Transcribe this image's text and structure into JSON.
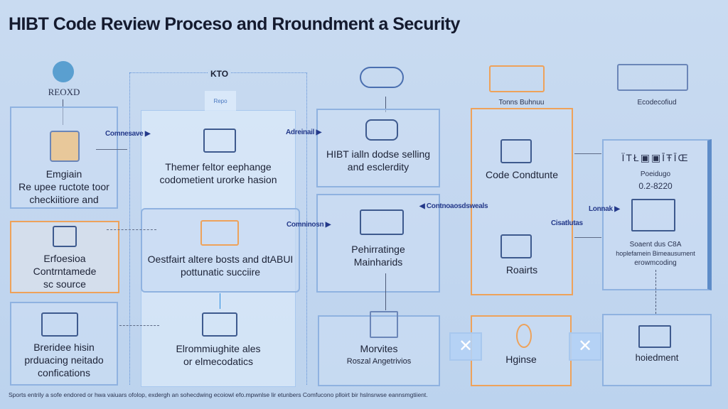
{
  "title": "HIBT Code Review Proceso and Rroundment a Security",
  "top_left": {
    "label": "REOXD"
  },
  "center_header": {
    "label": "KTO",
    "tab": "Repo"
  },
  "left_boxes": [
    {
      "lines": [
        "Emgiain",
        "Re upee ructote toor",
        "checkiitiore and"
      ]
    },
    {
      "lines": [
        "Erfoesioa",
        "Contrntamede",
        "sc source"
      ]
    },
    {
      "lines": [
        "Breridee hisin",
        "prduacing neitado",
        "confications"
      ]
    }
  ],
  "center_boxes": [
    {
      "lines": [
        "Themer feltor eephange",
        "codometient urorke hasion"
      ]
    },
    {
      "lines": [
        "Oestfairt altere bosts and dtABUI",
        "pottunatic succiire"
      ]
    },
    {
      "lines": [
        "Elrommiughite ales",
        "or elmecodatics"
      ]
    }
  ],
  "column3": [
    {
      "lines": [
        "HIBT ialln dodse selling",
        "and esclerdity"
      ]
    },
    {
      "lines": [
        "Pehirratinge",
        "Mainharids"
      ]
    },
    {
      "lines": [
        "Morvites",
        "Roszal Angetrivios"
      ]
    }
  ],
  "column4": {
    "header": "Tonns Buhnuu",
    "items": [
      "Code Condtunte",
      "Roairts"
    ],
    "bottom": "Hginse"
  },
  "column5": {
    "header": "Ecodecofiud",
    "codes": "ÏTŁ▣▣ĪŦĪŒ",
    "sub1": "Poeidugo",
    "sub2": "0.2-8220",
    "lines": [
      "Soaent dus C8A",
      "hoplefamein Bimeausument",
      "erowmcoding"
    ],
    "bottom": "hoiedment"
  },
  "flow_labels": {
    "a": "Comnesave",
    "b": "Adreinail",
    "c": "Comninosn",
    "d": "Contnoaosdsweals",
    "e": "Lonnak",
    "f": "Cisatlutas"
  },
  "footer": "Sports entrily a sofe endored or hwa vaiuars ofolop, exdergh an sohecdwing ecoiowl efo.mpwnlse lir etunbers Comfucono plloirt bir hslnsrwse eannsmgtiient.",
  "colors": {
    "accent": "#8fb2e0",
    "orange": "#eea25a",
    "background": "#c5d9f0"
  }
}
